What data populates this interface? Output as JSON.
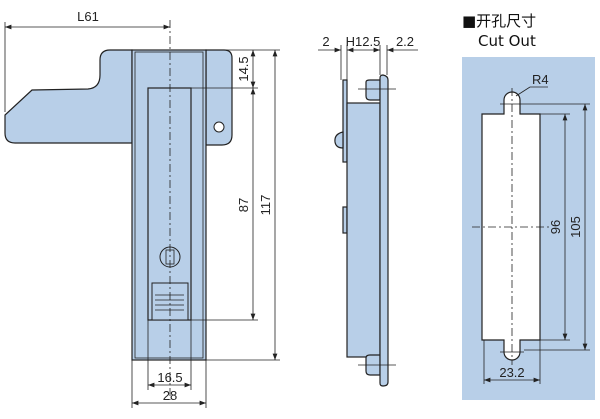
{
  "front_view": {
    "dim_length": "L61",
    "dim_top": "14.5",
    "dim_inner_height": "87",
    "dim_total_height": "117",
    "dim_inner_width": "16.5",
    "dim_total_width": "28"
  },
  "side_view": {
    "dim_left": "2",
    "dim_depth": "H12.5",
    "dim_right": "2.2"
  },
  "cutout": {
    "title_cn": "■开孔尺寸",
    "title_en": "Cut Out",
    "dim_radius": "R4",
    "dim_inner_height": "96",
    "dim_total_height": "105",
    "dim_width": "23.2"
  },
  "colors": {
    "part_fill": "#b8cfe8",
    "line": "#222222"
  }
}
